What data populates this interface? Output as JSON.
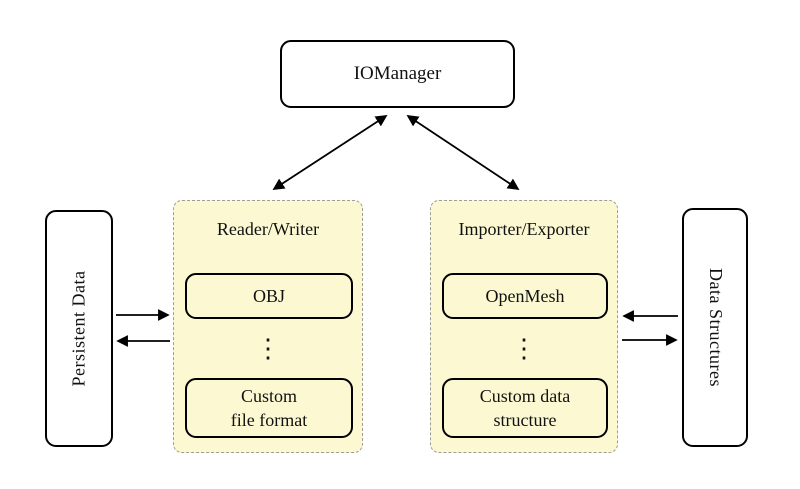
{
  "colors": {
    "page_bg": "#ffffff",
    "group_bg": "#fcf9d2",
    "group_border": "#9c9c9c",
    "node_border": "#000000",
    "text": "#111111",
    "arrow": "#000000"
  },
  "nodes": {
    "io_manager": "IOManager",
    "persistent_data": "Persistent Data",
    "data_structures": "Data Structures"
  },
  "groups": {
    "reader_writer": {
      "title": "Reader/Writer",
      "items": [
        "OBJ",
        [
          "Custom",
          "file format"
        ]
      ],
      "dots": "⋮"
    },
    "importer_exporter": {
      "title": "Importer/Exporter",
      "items": [
        "OpenMesh",
        [
          "Custom data",
          "structure"
        ]
      ],
      "dots": "⋮"
    }
  }
}
